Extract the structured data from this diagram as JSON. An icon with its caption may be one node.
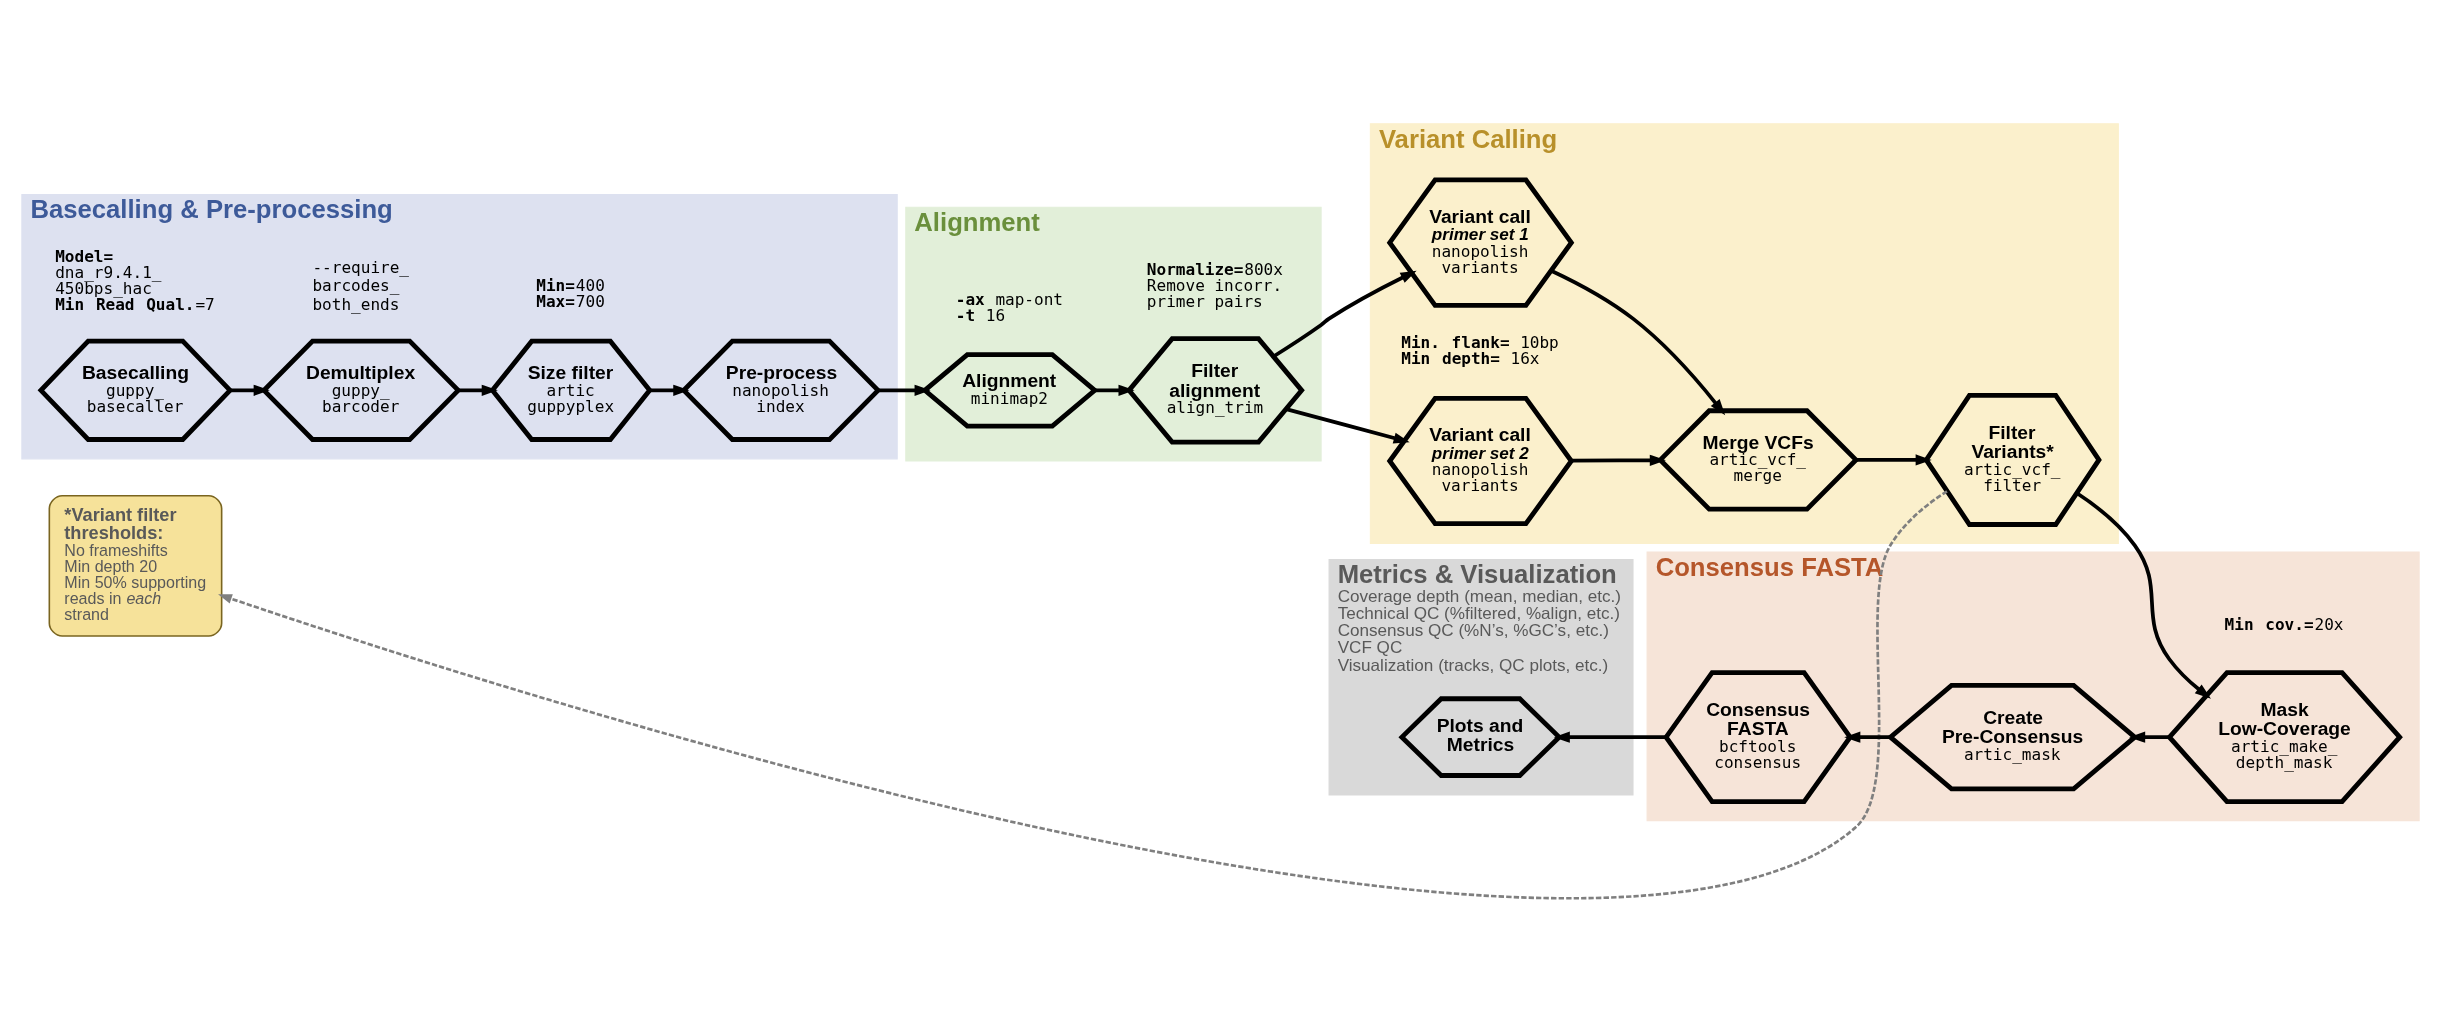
{
  "diagram": {
    "nodes": [
      {
        "text": [
          "Basecalling & Pre-processing"
        ]
      },
      {
        "text": [
          "Basecalling",
          "guppy_ basecaller"
        ],
        "in": 0,
        "beside": [
          "**Model=** dna_r9.4.1_ 450bps_hac",
          "**Min Read Qual.**=7"
        ]
      },
      {
        "text": [
          "Demultiplex",
          "guppy_ barcoder"
        ],
        "in": 0,
        "beside": [
          "--require_ barcodes_ both_ends"
        ]
      },
      {
        "text": [
          "Size filter",
          "artic guppyplex"
        ],
        "in": 0,
        "beside": [
          "**Min=**400",
          "**Max=**700"
        ]
      },
      {
        "text": [
          "Pre-process",
          "nanopolish index"
        ],
        "in": 0
      },
      {
        "text": [
          "Alignment"
        ]
      },
      {
        "text": [
          "Alignment",
          "minimap2"
        ],
        "in": 5,
        "beside": [
          "**-ax** map-ont",
          "**-t** 16"
        ]
      },
      {
        "text": [
          "Filter alignment",
          "align_trim"
        ],
        "in": 5,
        "beside": [
          "**Normalize=**800x",
          "Remove incorr. primer pairs"
        ]
      },
      {
        "text": [
          "Variant Calling"
        ]
      },
      {
        "text": [
          "Variant call",
          "primer set 1",
          "nanopolish variants"
        ],
        "in": 8
      },
      {
        "text": [
          "Variant call",
          "primer set 2",
          "nanopolish variants"
        ],
        "in": 8,
        "beside": [
          "**Min. flank=** 10bp",
          "**Min depth=** 16x"
        ]
      },
      {
        "text": [
          "Merge VCFs",
          "artic_vcf_ merge"
        ],
        "in": 8
      },
      {
        "text": [
          "Filter Variants*",
          "artic_vcf_ filter"
        ],
        "in": 8
      },
      {
        "text": [
          "*Variant filter thresholds:",
          "No frameshifts",
          "Min depth 20",
          "Min 50% supporting reads in *each* strand"
        ]
      },
      {
        "text": [
          "Metrics & Visualization",
          "Coverage depth (mean, median, etc.)",
          "Technical QC (%filtered, %align, etc.)",
          "Consensus QC (%N’s, %GC’s, etc.)",
          "VCF QC",
          "Visualization (tracks, QC plots, etc.)"
        ]
      },
      {
        "text": [
          "Plots and Metrics"
        ],
        "in": 14
      },
      {
        "text": [
          "Consensus FASTA"
        ]
      },
      {
        "text": [
          "Consensus FASTA",
          "bcftools consensus"
        ],
        "in": 16
      },
      {
        "text": [
          "Create Pre-Consensus",
          "artic_mask"
        ],
        "in": 16
      },
      {
        "text": [
          "Mask Low-Coverage",
          "artic_make_ depth_mask"
        ],
        "in": 16,
        "beside": [
          "**Min cov.=**20x"
        ]
      }
    ],
    "edges": [
      {
        "from": 1,
        "to": 2,
        "arrow": "to"
      },
      {
        "from": 2,
        "to": 3,
        "arrow": "to"
      },
      {
        "from": 3,
        "to": 4,
        "arrow": "to"
      },
      {
        "from": 4,
        "to": 6,
        "arrow": "to"
      },
      {
        "from": 6,
        "to": 7,
        "arrow": "to"
      },
      {
        "from": 7,
        "to": 9,
        "arrow": "to"
      },
      {
        "from": 7,
        "to": 10,
        "arrow": "to"
      },
      {
        "from": 9,
        "to": 11,
        "arrow": "to"
      },
      {
        "from": 10,
        "to": 11,
        "arrow": "to"
      },
      {
        "from": 11,
        "to": 12,
        "arrow": "to"
      },
      {
        "from": 12,
        "to": 13,
        "arrow": "to",
        "style": "dashed",
        "color": "#7f7f7f"
      },
      {
        "from": 12,
        "to": 19,
        "arrow": "to"
      },
      {
        "from": 19,
        "to": 18,
        "arrow": "to"
      },
      {
        "from": 18,
        "to": 17,
        "arrow": "to"
      },
      {
        "from": 17,
        "to": 15,
        "arrow": "to"
      }
    ]
  }
}
